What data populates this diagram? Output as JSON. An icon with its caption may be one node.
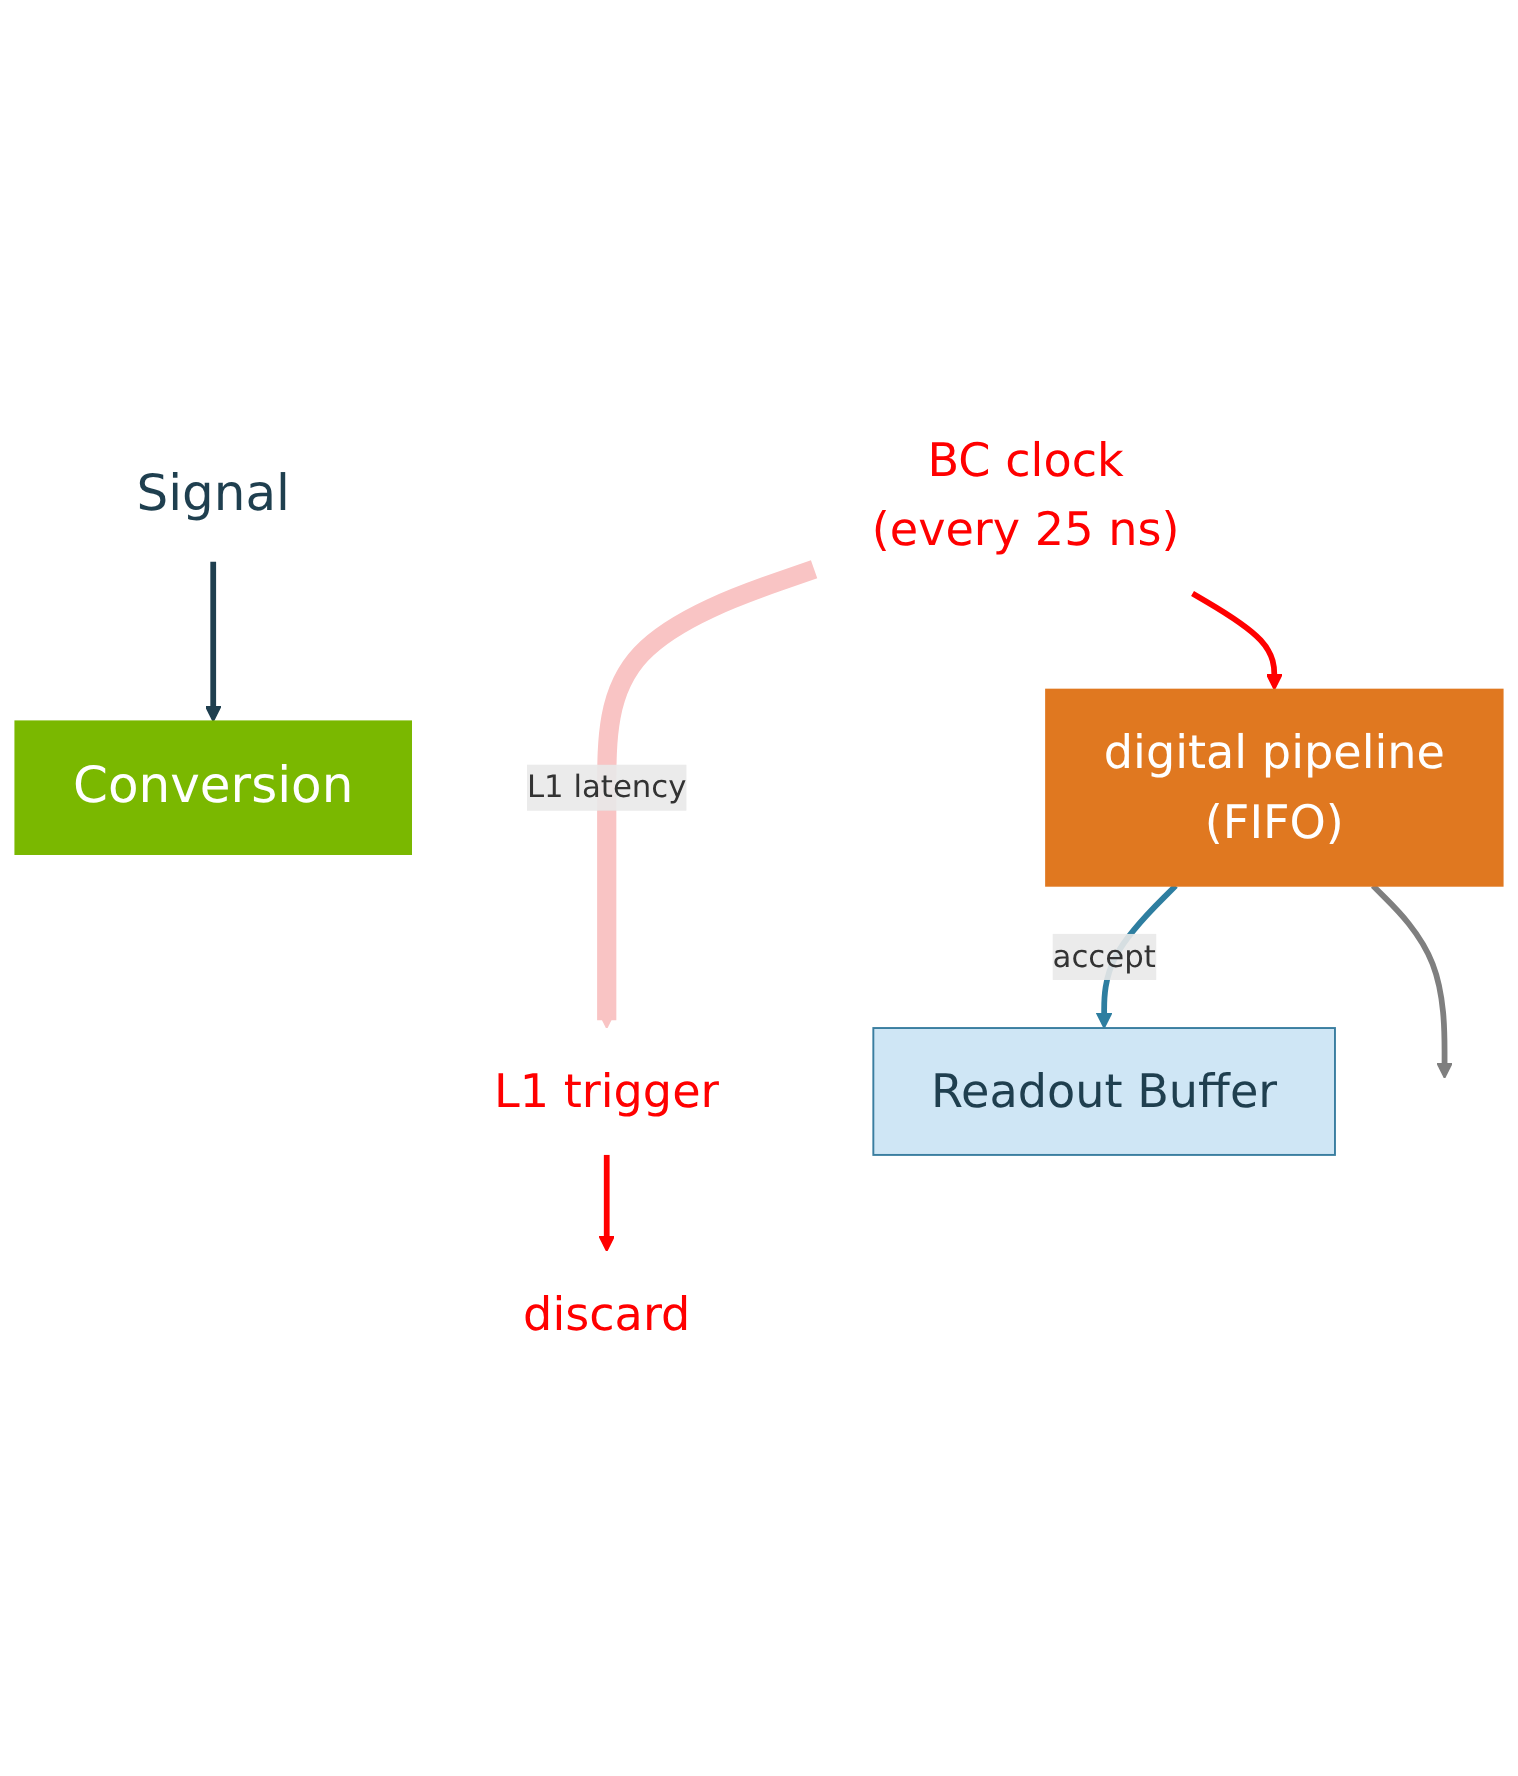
{
  "diagram": {
    "nodes": [
      {
        "text": [
          "Signal"
        ]
      },
      {
        "text": [
          "Conversion"
        ]
      },
      {
        "text": [
          "digital pipeline",
          "(FIFO)"
        ]
      },
      {
        "text": [
          "BC clock",
          "(every 25 ns)"
        ]
      },
      {
        "text": [
          "L1 trigger"
        ]
      },
      {
        "text": [
          "discard"
        ]
      },
      {
        "text": [
          "Readout Buffer"
        ]
      }
    ],
    "edges": [
      {
        "from": 0,
        "to": 1,
        "arrow": "to",
        "color": "#1f3f4f"
      },
      {
        "from": 3,
        "to": 2,
        "arrow": "to",
        "color": "#ff0000"
      },
      {
        "from": 3,
        "to": 4,
        "arrow": "to",
        "label": "L1 latency",
        "style": "thick",
        "color": "#f9c4c4"
      },
      {
        "from": 4,
        "to": 5,
        "arrow": "to",
        "color": "#ff0000"
      },
      {
        "from": 2,
        "to": null,
        "arrow": "to",
        "color": "#7f7f7f"
      },
      {
        "from": 2,
        "to": 6,
        "arrow": "to",
        "label": "accept",
        "color": "#2e7ea0"
      }
    ]
  }
}
